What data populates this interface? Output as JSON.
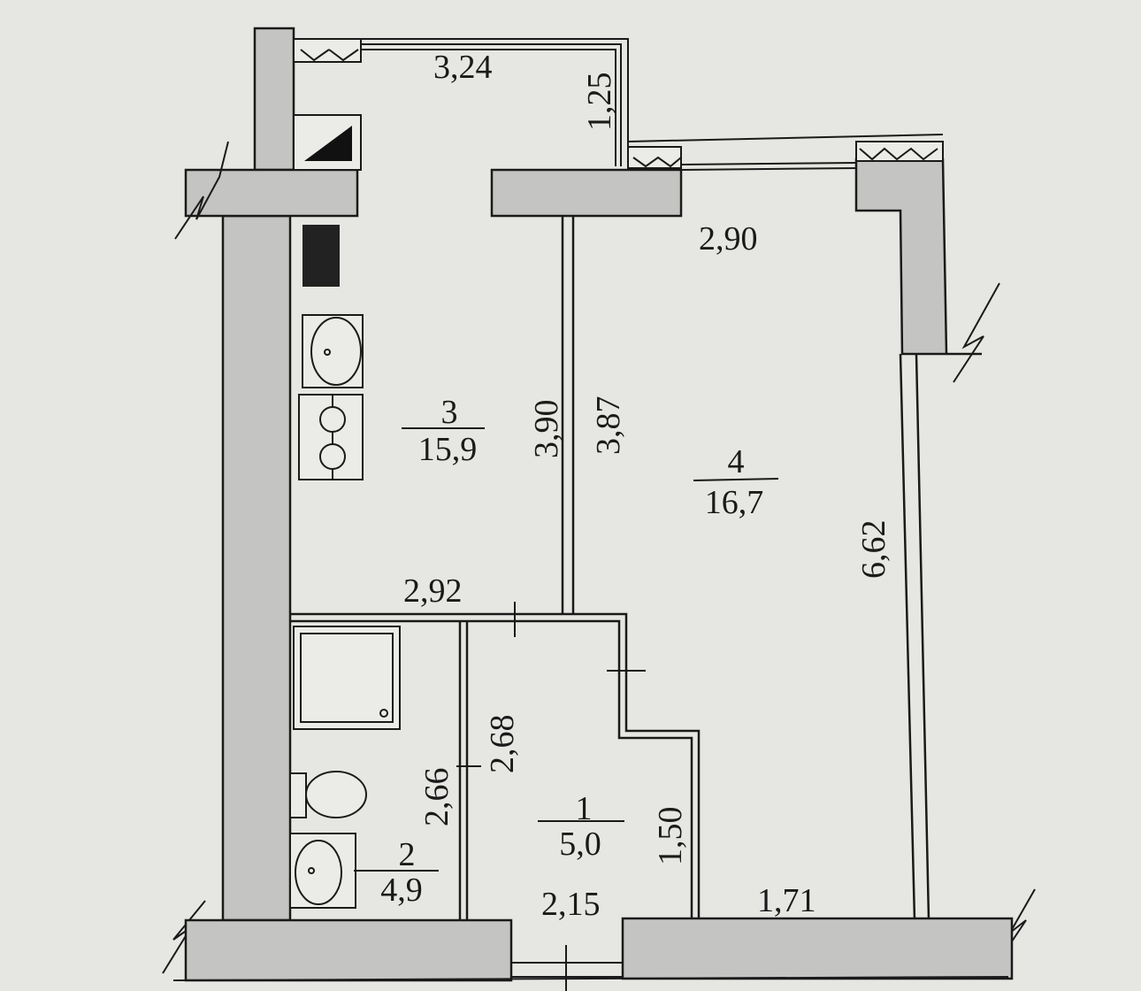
{
  "floor_plan": {
    "rooms": [
      {
        "number": "1",
        "area": "5,0"
      },
      {
        "number": "2",
        "area": "4,9"
      },
      {
        "number": "3",
        "area": "15,9"
      },
      {
        "number": "4",
        "area": "16,7"
      }
    ],
    "dimensions": {
      "balcony_width": "3,24",
      "balcony_depth": "1,25",
      "room4_width": "2,90",
      "kitchen_height": "3,90",
      "room4_partition": "3,87",
      "room4_height": "6,62",
      "kitchen_width": "2,92",
      "bath_height": "2,66",
      "hall_height": "2,68",
      "hall_side": "1,50",
      "hall_width": "2,15",
      "room4_bottom": "1,71"
    },
    "colors": {
      "paper": "#e6e6e2",
      "wall_fill": "#c4c4c2",
      "ink": "#1a1a1a"
    }
  }
}
